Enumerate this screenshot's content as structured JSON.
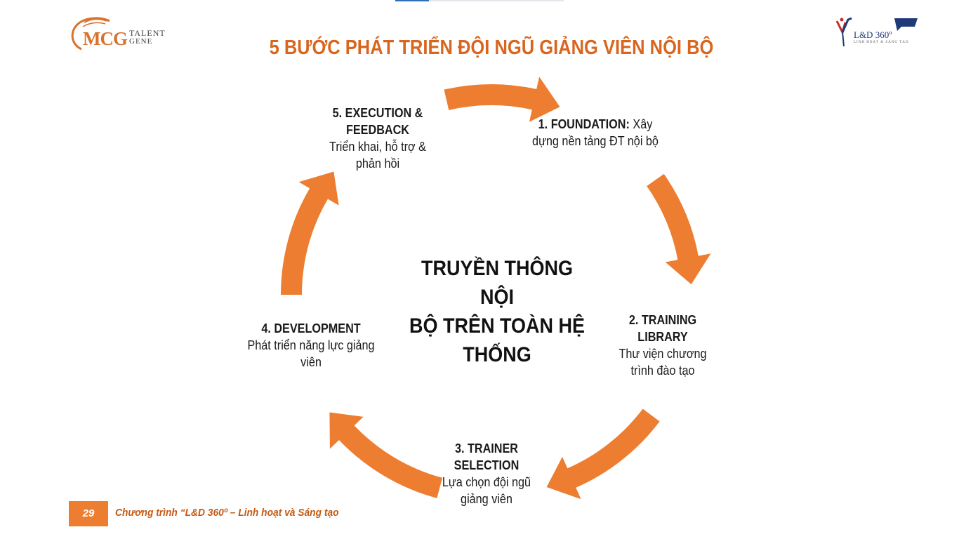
{
  "header": {
    "logo_left": {
      "main": "MCG",
      "sub1": "TALENT",
      "sub2": "GENE"
    },
    "logo_right": {
      "main": "L&D 360º",
      "sub": "LINH HOẠT & SÁNG TẠO"
    },
    "title": "5 BƯỚC PHÁT TRIỂN ĐỘI NGŨ GIẢNG VIÊN NỘI BỘ"
  },
  "diagram": {
    "center": {
      "line1": "TRUYỀN THÔNG NỘI",
      "line2": "BỘ TRÊN TOÀN HỆ",
      "line3": "THỐNG"
    },
    "steps": [
      {
        "title": "1. FOUNDATION:",
        "desc": "Xây dựng nền tảng ĐT nội bộ"
      },
      {
        "title": "2. TRAINING LIBRARY",
        "desc": "Thư viện chương trình đào tạo"
      },
      {
        "title": "3. TRAINER SELECTION",
        "desc": "Lựa chọn đội ngũ giảng viên"
      },
      {
        "title": "4. DEVELOPMENT",
        "desc": "Phát triển năng lực giảng viên"
      },
      {
        "title": "5. EXECUTION & FEEDBACK",
        "desc": "Triển khai, hỗ trợ & phản hồi"
      }
    ],
    "arrow_color": "#ED7D31"
  },
  "footer": {
    "page_number": "29",
    "program_text": "Chương trình “L&D 360º – Linh hoạt và Sáng tạo"
  }
}
